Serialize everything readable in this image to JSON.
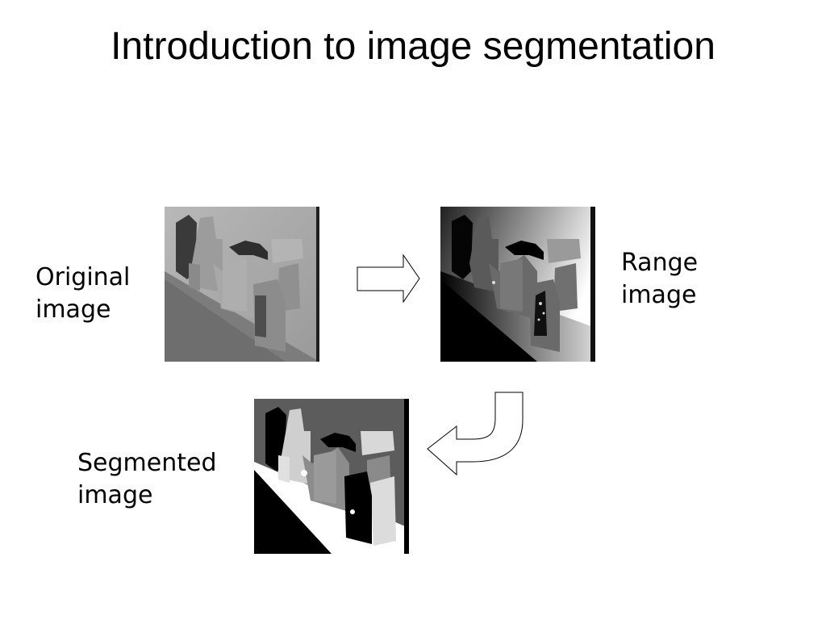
{
  "slide": {
    "title": "Introduction to image segmentation"
  },
  "labels": {
    "original": {
      "line1": "Original",
      "line2": "image"
    },
    "range": {
      "line1": "Range",
      "line2": "image"
    },
    "segmented": {
      "line1": "Segmented",
      "line2": "image"
    }
  },
  "colors": {
    "background": "#ffffff",
    "text": "#000000",
    "arrow_stroke": "#000000",
    "arrow_fill": "#ffffff"
  }
}
